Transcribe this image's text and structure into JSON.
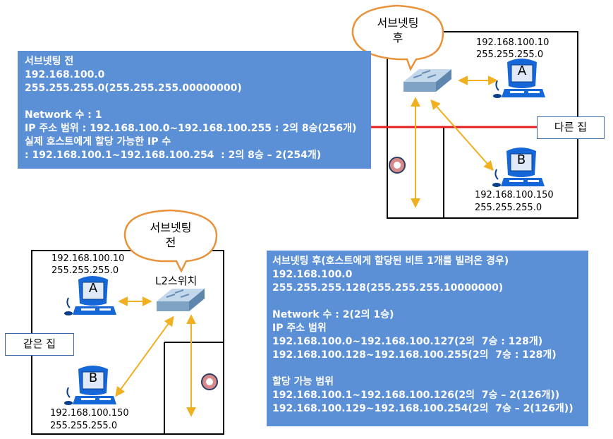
{
  "before_box": {
    "lines": [
      "서브넷팅 전",
      "192.168.100.0",
      "255.255.255.0(255.255.255.00000000)",
      "",
      "Network 수 : 1",
      "IP 주소 범위 : 192.168.100.0~192.168.100.255 : 2의 8승(256개)",
      "실제 호스트에게 할당 가능한 IP 수",
      ": 192.168.100.1~192.168.100.254  : 2의 8승 – 2(254개)"
    ]
  },
  "after_box": {
    "lines": [
      "서브넷팅 후(호스트에게 할당된 비트 1개를 빌려온 경우)",
      "192.168.100.0",
      "255.255.255.128(255.255.255.10000000)",
      "",
      "Network 수 : 2(2의 1승)",
      "IP 주소 범위",
      "192.168.100.0~192.168.100.127(2의  7승 : 128개)",
      "192.168.100.128~192.168.100.255(2의  7승 : 128개)",
      "",
      "할당 가능 범위",
      "192.168.100.1~192.168.100.126(2의  7승 – 2(126개))",
      "192.168.100.129~192.168.100.254(2의  7승 – 2(126개))"
    ]
  },
  "top_diagram": {
    "bubble_line1": "서브넷팅",
    "bubble_line2": "후",
    "host_a_label": "A",
    "host_a_ip": "192.168.100.10",
    "host_a_mask": "255.255.255.0",
    "host_b_label": "B",
    "host_b_ip": "192.168.100.150",
    "host_b_mask": "255.255.255.0",
    "other_house": "다른 집"
  },
  "bottom_diagram": {
    "bubble_line1": "서브넷팅",
    "bubble_line2": "전",
    "switch_label": "L2스위치",
    "host_a_label": "A",
    "host_a_ip": "192.168.100.10",
    "host_a_mask": "255.255.255.0",
    "host_b_label": "B",
    "host_b_ip": "192.168.100.150",
    "host_b_mask": "255.255.255.0",
    "same_house": "같은 집"
  },
  "colors": {
    "box_blue": "#5b8fd6",
    "bubble_border": "#e8923a",
    "red_line": "#e02020",
    "arrow": "#f0b020",
    "computer": "#1060d0"
  }
}
